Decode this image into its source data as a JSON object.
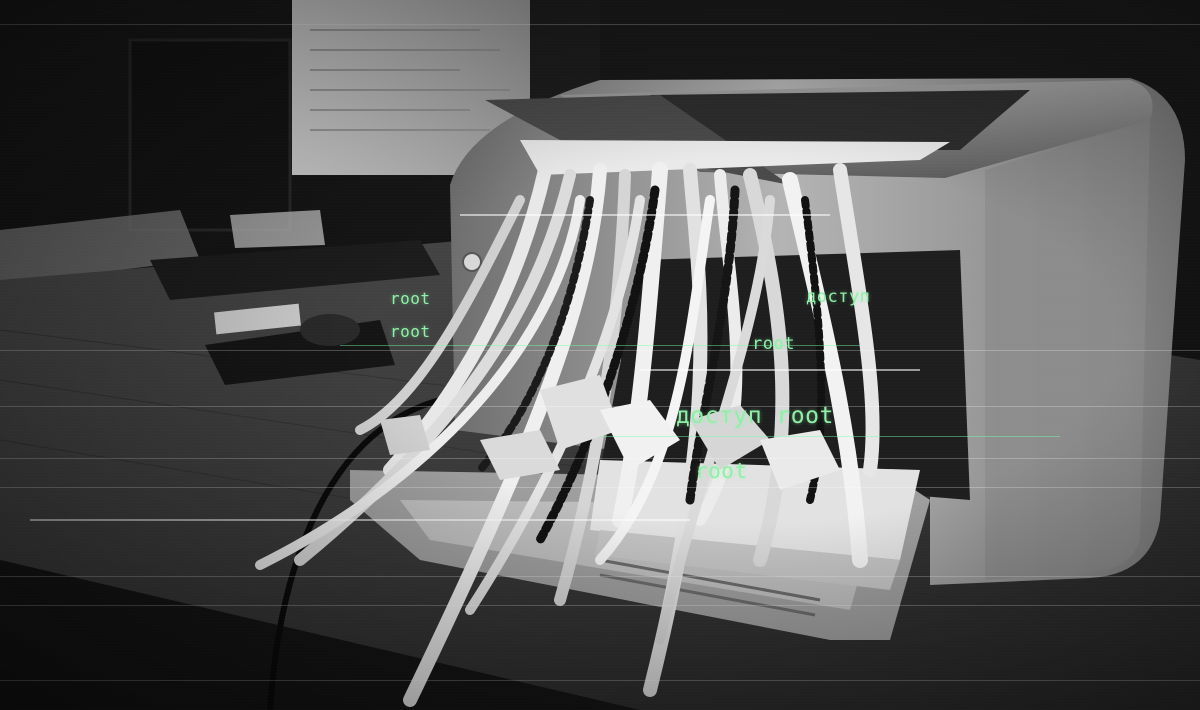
{
  "overlay": {
    "text_color": "#8ef0a6",
    "labels": {
      "root_1": "root",
      "root_2": "root",
      "root_3": "root",
      "root_4": "доступ",
      "dostup_root": "доступ root",
      "root_5": "root"
    }
  },
  "palette": {
    "background": "#0c0c0c",
    "printer_body": "#9a9a9a",
    "paper": "#e6e6e6",
    "desk": "#3a3a3a"
  }
}
